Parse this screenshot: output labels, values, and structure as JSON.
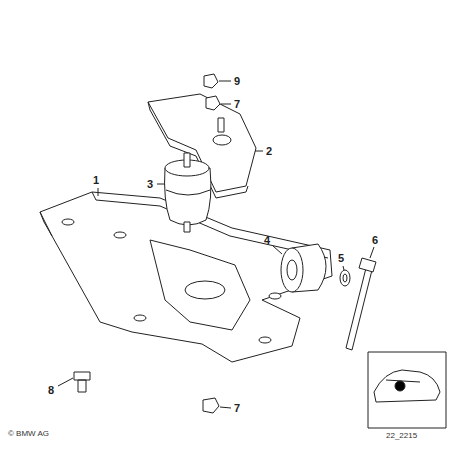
{
  "diagram": {
    "labels": [
      "9",
      "7",
      "2",
      "1",
      "3",
      "6",
      "5",
      "4",
      "8",
      "7",
      "© BMW AG",
      "22_2215"
    ]
  }
}
